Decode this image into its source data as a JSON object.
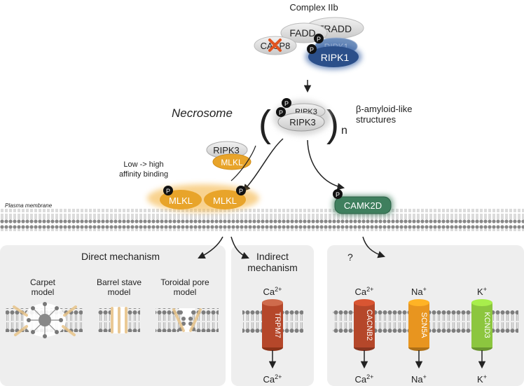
{
  "complex": {
    "title": "Complex IIb",
    "fadd": "FADD",
    "tradd": "TRADD",
    "casp8": "CASP8",
    "ripk1_back": "RIPK1",
    "ripk1": "RIPK1"
  },
  "necrosome": {
    "label": "Necrosome",
    "ripk3_back": "RIPK3",
    "ripk3": "RIPK3",
    "n": "n",
    "note": [
      "β-amyloid-like",
      "structures"
    ]
  },
  "ripk3_mlkl": {
    "ripk3": "RIPK3",
    "mlkl": "MLKL"
  },
  "binding_note": [
    "Low -> high",
    "affinity binding"
  ],
  "membrane": {
    "label": "Plasma membrane",
    "mlkl_left": "MLKL",
    "mlkl_right": "MLKL",
    "camk": "CAMK2D"
  },
  "phospho": "P",
  "direct": {
    "title": "Direct mechanism",
    "models": [
      {
        "name": [
          "Carpet",
          "model"
        ]
      },
      {
        "name": [
          "Barrel stave",
          "model"
        ]
      },
      {
        "name": [
          "Toroidal pore",
          "model"
        ]
      }
    ]
  },
  "indirect": {
    "title": [
      "Indirect",
      "mechanism"
    ],
    "channel": "TRPM7",
    "ion_top": "Ca",
    "ion_top_sup": "2+",
    "ion_bottom": "Ca",
    "ion_bottom_sup": "2+"
  },
  "right": {
    "question": "?",
    "channels": [
      {
        "name": "CACNB2",
        "ion": "Ca",
        "sup": "2+",
        "color": "#b5472a"
      },
      {
        "name": "SCN5A",
        "ion": "Na",
        "sup": "+",
        "color": "#e8951f"
      },
      {
        "name": "KCND3",
        "ion": "K",
        "sup": "+",
        "color": "#8cc63f"
      }
    ]
  },
  "colors": {
    "ripk1": "#2b4f8a",
    "mlkl": "#e8a42a",
    "camk": "#3f7f5e",
    "trpm7": "#b5472a",
    "panel": "#eeeeee"
  }
}
